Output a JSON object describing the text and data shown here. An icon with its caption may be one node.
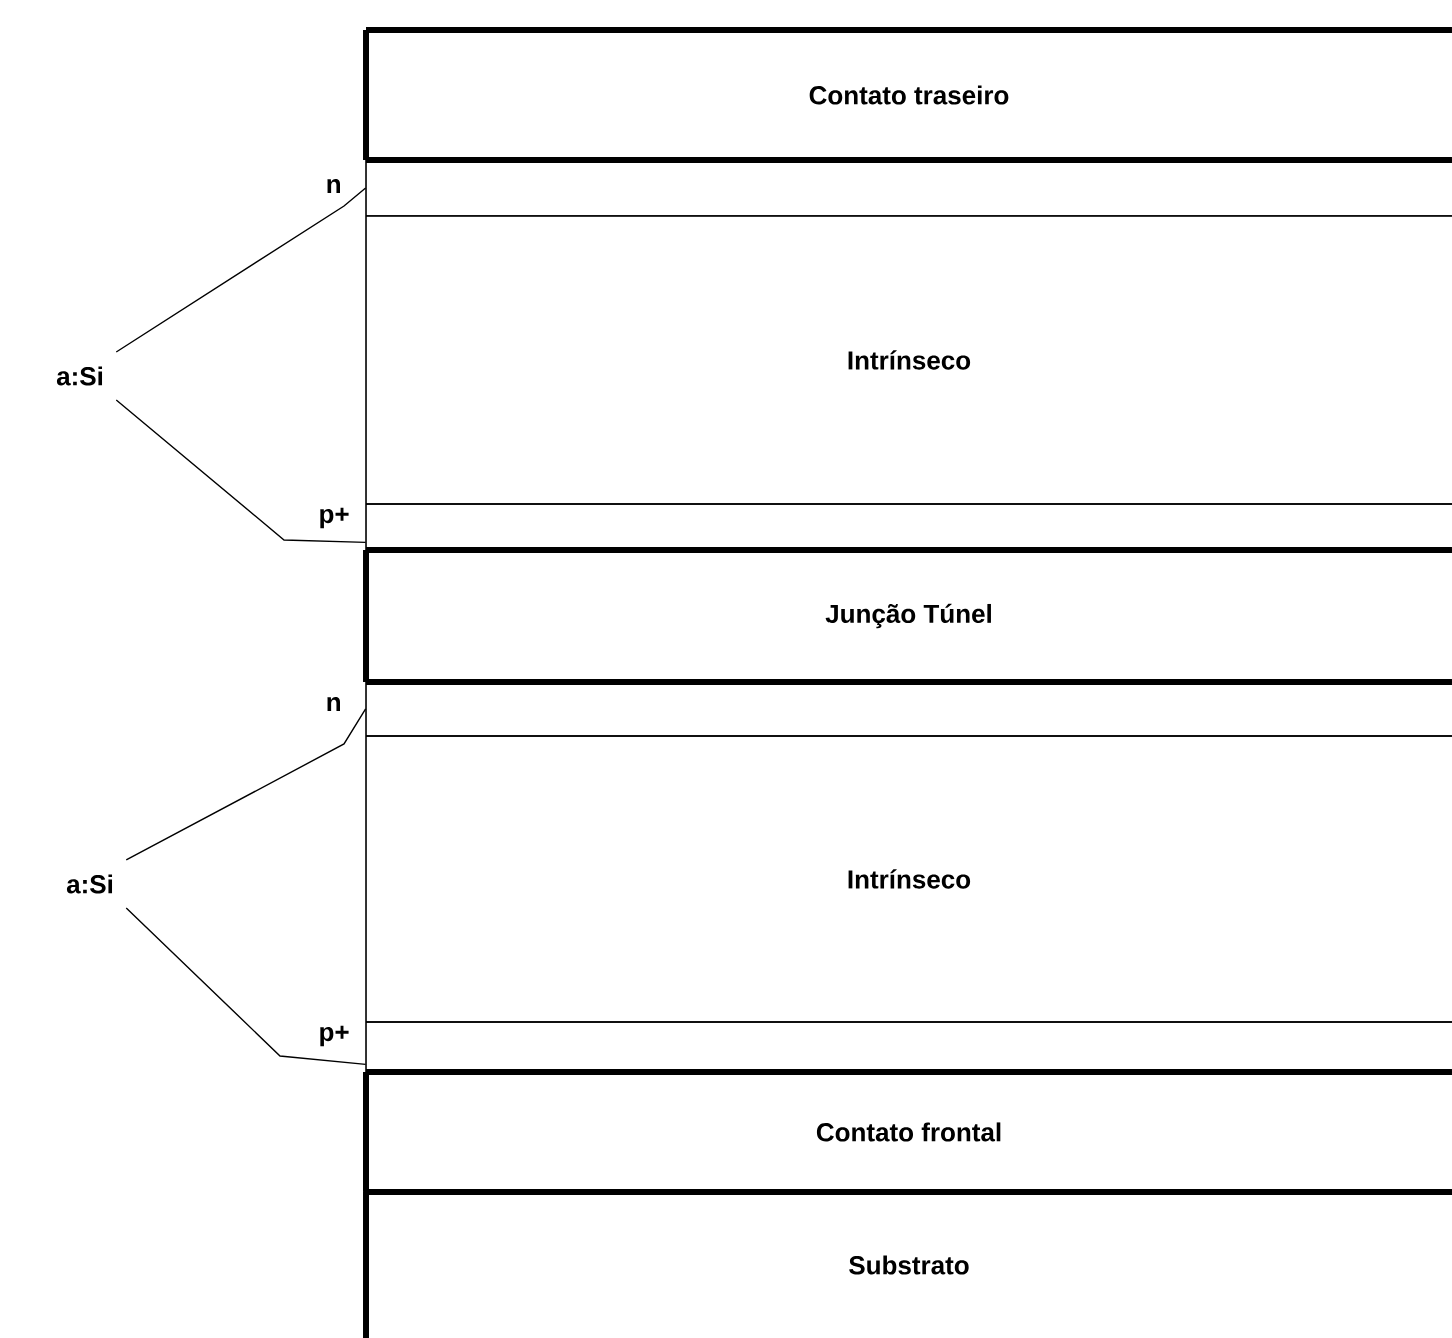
{
  "diagram": {
    "nodes": [
      {
        "text": [
          "Contato traseiro"
        ]
      },
      {
        "text": [],
        "shape": "box",
        "beside": [
          "n"
        ]
      },
      {
        "text": [
          "Intrínseco"
        ]
      },
      {
        "text": [],
        "shape": "box",
        "beside": [
          "p+"
        ]
      },
      {
        "text": [
          "Junção Túnel"
        ]
      },
      {
        "text": [],
        "shape": "box",
        "beside": [
          "n"
        ]
      },
      {
        "text": [
          "Intrínseco"
        ]
      },
      {
        "text": [],
        "shape": "box",
        "beside": [
          "p+"
        ]
      },
      {
        "text": [
          "Contato frontal"
        ]
      },
      {
        "text": [
          "Substrato"
        ]
      },
      {
        "text": [
          "a:Si"
        ]
      },
      {
        "text": [
          "a:Si"
        ]
      }
    ],
    "edges": [
      {
        "from": 10,
        "to": 1,
        "arrow": "none"
      },
      {
        "from": 10,
        "to": 3,
        "arrow": "none"
      },
      {
        "from": 11,
        "to": 5,
        "arrow": "none"
      },
      {
        "from": 11,
        "to": 7,
        "arrow": "none"
      }
    ]
  }
}
